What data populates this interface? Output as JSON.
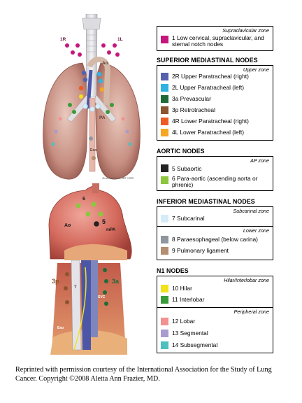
{
  "illustration": {
    "lungs_tags": [
      "1R",
      "1L",
      "Ao",
      "Ao",
      "PA",
      "Eso"
    ],
    "aorta_tags": [
      "Ao",
      "5",
      "mPA",
      "6"
    ],
    "side_tags": [
      "3p",
      "3a",
      "T",
      "Ao",
      "SVC",
      "Eso"
    ],
    "signature": "Aletta Ann Frazier, MD ©2008"
  },
  "supraclavicular": {
    "zone": "Supraclavicular zone",
    "items": [
      {
        "num": "1",
        "label": "Low cervical, supraclavicular, and sternal notch nodes",
        "color": "#c4167d"
      }
    ]
  },
  "superior": {
    "title": "SUPERIOR MEDIASTINAL NODES",
    "zone": "Upper zone",
    "items": [
      {
        "num": "2R",
        "label": "Upper Paratracheal (right)",
        "color": "#5561ad"
      },
      {
        "num": "2L",
        "label": "Upper Paratracheal (left)",
        "color": "#2eb3e3"
      },
      {
        "num": "3a",
        "label": "Prevascular",
        "color": "#1f6b36"
      },
      {
        "num": "3p",
        "label": "Retrotracheal",
        "color": "#8a5530"
      },
      {
        "num": "4R",
        "label": "Lower Paratracheal (right)",
        "color": "#ef5a24"
      },
      {
        "num": "4L",
        "label": "Lower Paratracheal (left)",
        "color": "#f6a623"
      }
    ]
  },
  "aortic": {
    "title": "AORTIC NODES",
    "zone": "AP zone",
    "items": [
      {
        "num": "5",
        "label": "Subaortic",
        "color": "#222222"
      },
      {
        "num": "6",
        "label": "Para-aortic (ascending aorta or phrenic)",
        "color": "#8dc63f"
      }
    ]
  },
  "inferior": {
    "title": "INFERIOR MEDIASTINAL NODES",
    "zone1": "Subcarinal zone",
    "items1": [
      {
        "num": "7",
        "label": "Subcarinal",
        "color": "#d5ecf8"
      }
    ],
    "zone2": "Lower zone",
    "items2": [
      {
        "num": "8",
        "label": "Paraesophageal (below carina)",
        "color": "#8f969d"
      },
      {
        "num": "9",
        "label": "Pulmonary ligament",
        "color": "#b58d70"
      }
    ]
  },
  "n1": {
    "title": "N1 NODES",
    "zone1": "Hilar/Interlobar zone",
    "items1": [
      {
        "num": "10",
        "label": "Hilar",
        "color": "#f2e21a"
      },
      {
        "num": "11",
        "label": "Interlobar",
        "color": "#3a9b3a"
      }
    ],
    "zone2": "Peripheral zone",
    "items2": [
      {
        "num": "12",
        "label": "Lobar",
        "color": "#f29191"
      },
      {
        "num": "13",
        "label": "Segmental",
        "color": "#a99ad0"
      },
      {
        "num": "14",
        "label": "Subsegmental",
        "color": "#4fc0bd"
      }
    ]
  },
  "credit": "Reprinted with permission courtesy of the International Association for the Study of Lung Cancer. Copyright ©2008 Aletta Ann Frazier, MD."
}
